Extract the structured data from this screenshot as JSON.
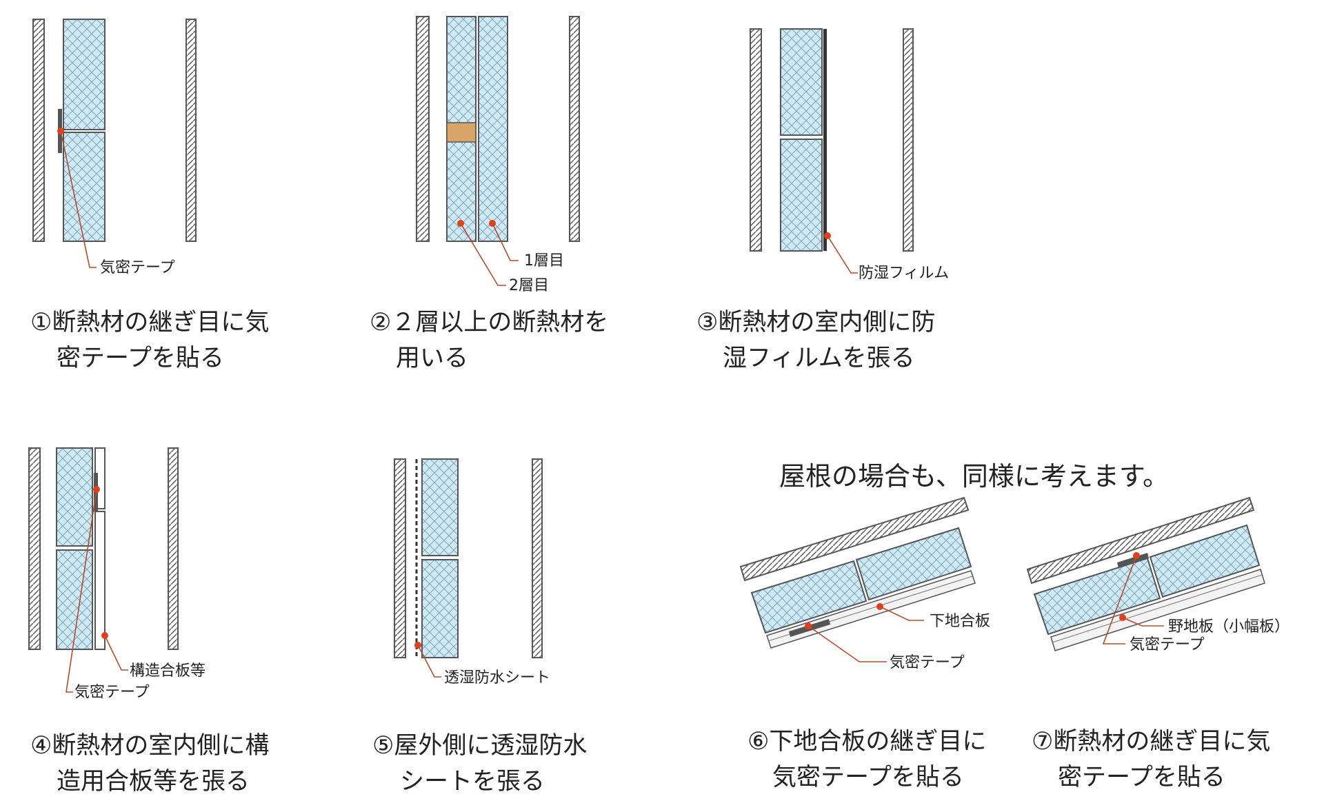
{
  "panels": [
    {
      "id": "p1",
      "callouts": [
        "気密テープ"
      ],
      "caption": [
        "①断熱材の継ぎ目に気",
        "密テープを貼る"
      ]
    },
    {
      "id": "p2",
      "callouts": [
        "1層目",
        "2層目"
      ],
      "caption": [
        "②２層以上の断熱材を",
        "用いる"
      ]
    },
    {
      "id": "p3",
      "callouts": [
        "防湿フィルム"
      ],
      "caption": [
        "③断熱材の室内側に防",
        "湿フィルムを張る"
      ]
    },
    {
      "id": "p4",
      "callouts": [
        "構造合板等",
        "気密テープ"
      ],
      "caption": [
        "④断熱材の室内側に構",
        "造用合板等を張る"
      ]
    },
    {
      "id": "p5",
      "callouts": [
        "透湿防水シート"
      ],
      "caption": [
        "⑤屋外側に透湿防水",
        "シートを張る"
      ]
    },
    {
      "id": "p6",
      "callouts": [
        "下地合板",
        "気密テープ"
      ],
      "caption": [
        "⑥下地合板の継ぎ目に",
        "気密テープを貼る"
      ]
    },
    {
      "id": "p7",
      "callouts": [
        "野地板（小幅板）",
        "気密テープ"
      ],
      "caption": [
        "⑦断熱材の継ぎ目に気",
        "密テープを貼る"
      ]
    }
  ],
  "roof_title": "屋根の場合も、同様に考えます。",
  "colors": {
    "insulation_fill": "#cfe9f5",
    "hatch": "#6b8fa3",
    "leader": "#b84a2a",
    "dot": "#e0401c",
    "wood": "#d8a468",
    "wall": "#8a8a8a"
  }
}
